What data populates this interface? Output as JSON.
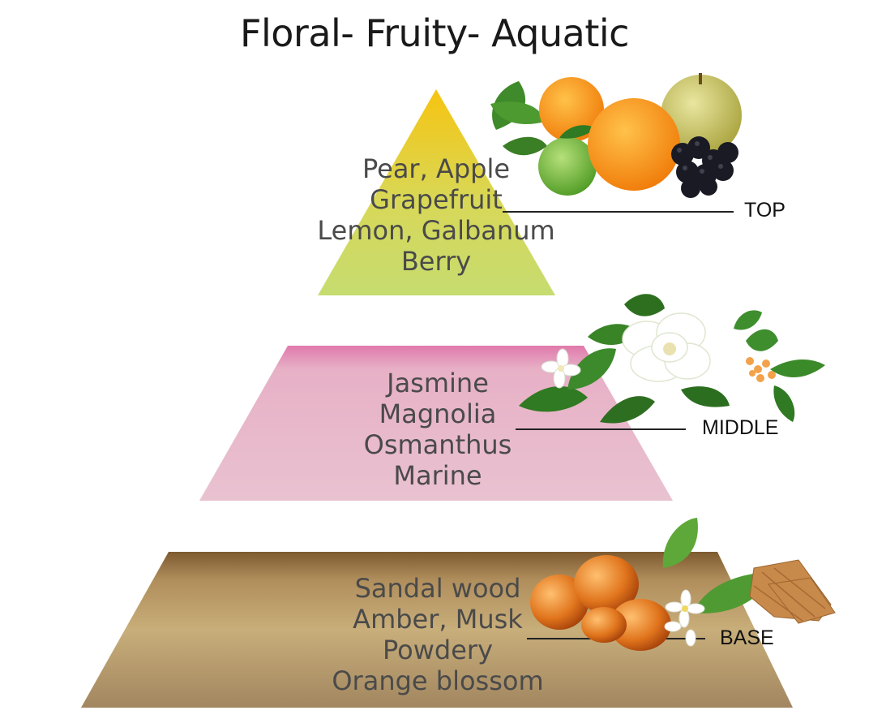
{
  "title": "Floral- Fruity- Aquatic",
  "tiers": [
    {
      "label": "TOP",
      "notes": [
        "Pear, Apple",
        "Grapefruit",
        "Lemon, Galbanum",
        "Berry"
      ],
      "gradient": [
        "#f5c818",
        "#c8dc6c"
      ]
    },
    {
      "label": "MIDDLE",
      "notes": [
        "Jasmine",
        "Magnolia",
        "Osmanthus",
        "Marine"
      ],
      "gradient": [
        "#e48ab4",
        "#e9c1cf"
      ]
    },
    {
      "label": "BASE",
      "notes": [
        "Sandal wood",
        "Amber, Musk",
        "Powdery",
        "Orange blossom"
      ],
      "gradient": [
        "#8c6a3a",
        "#c4a66e"
      ]
    }
  ],
  "illustrations": {
    "top": "fruits-cluster-orange-bergamot-pear-blackberry",
    "middle": "flowers-jasmine-magnolia-osmanthus",
    "base": "amber-stones-orange-blossom-sandalwood"
  }
}
